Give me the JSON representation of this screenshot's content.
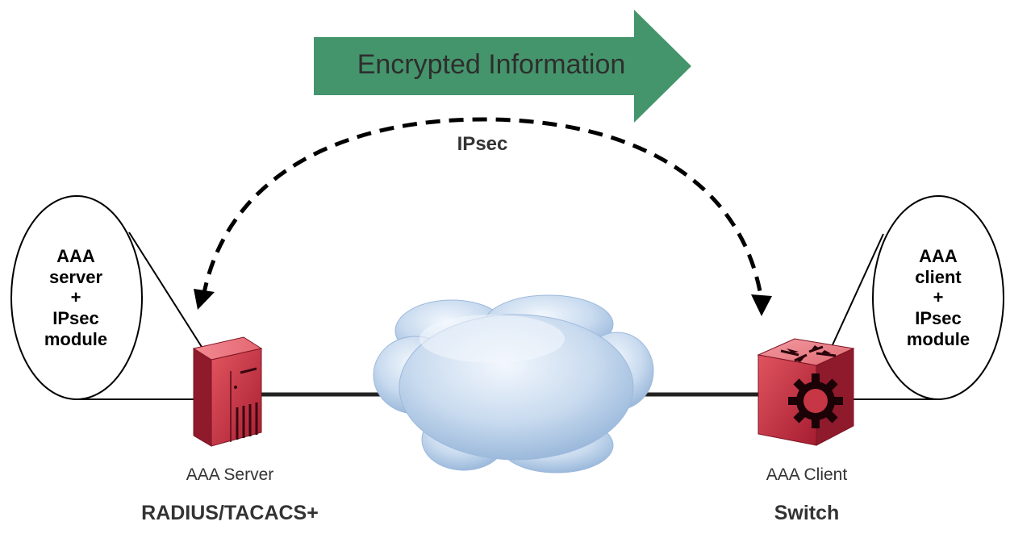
{
  "banner": {
    "label": "Encrypted Information",
    "fill_color": "#45956C",
    "text_color": "#2E2E2E"
  },
  "tunnel": {
    "label": "IPsec"
  },
  "server": {
    "bubble_lines": [
      "AAA",
      "server",
      "+",
      "IPsec",
      "module"
    ],
    "caption": "AAA Server",
    "subcaption": "RADIUS/TACACS+",
    "icon": "server-tower-icon",
    "color": "#D43A4E"
  },
  "client": {
    "bubble_lines": [
      "AAA",
      "client",
      "+",
      "IPsec",
      "module"
    ],
    "caption": "AAA Client",
    "subcaption": "Switch",
    "icon": "router-switch-icon",
    "color": "#D43A4E"
  },
  "network": {
    "icon": "cloud-icon",
    "color": "#B9CFEA"
  }
}
